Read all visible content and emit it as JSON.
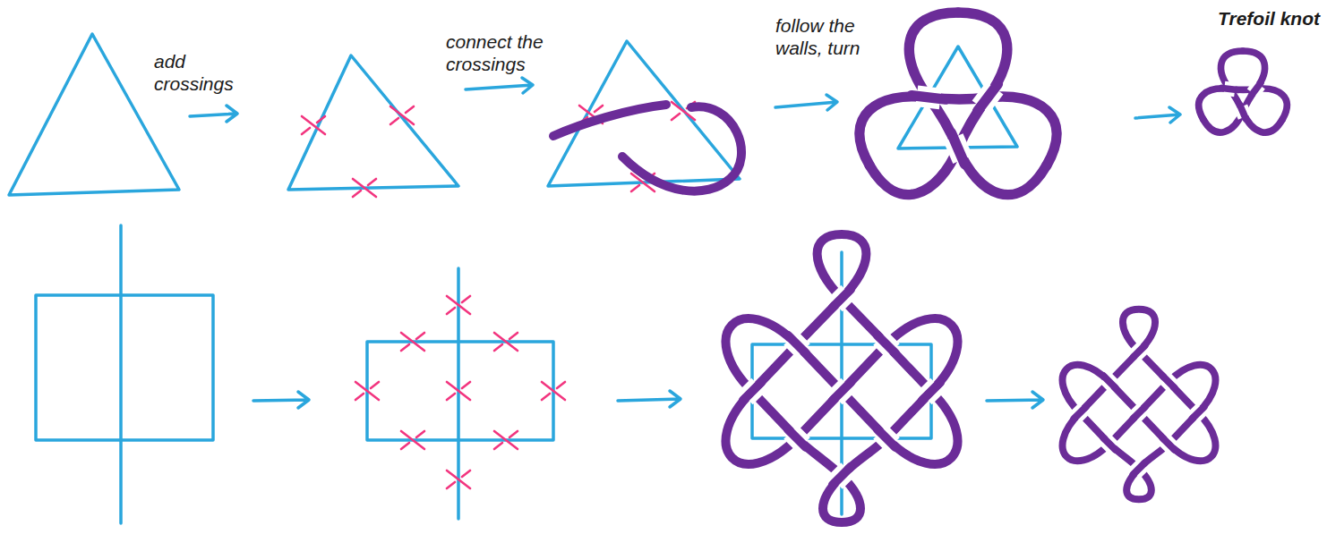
{
  "diagram": {
    "labels": [
      "add crossings",
      "connect the crossings",
      "follow the walls, turn",
      "Trefoil knot"
    ]
  }
}
